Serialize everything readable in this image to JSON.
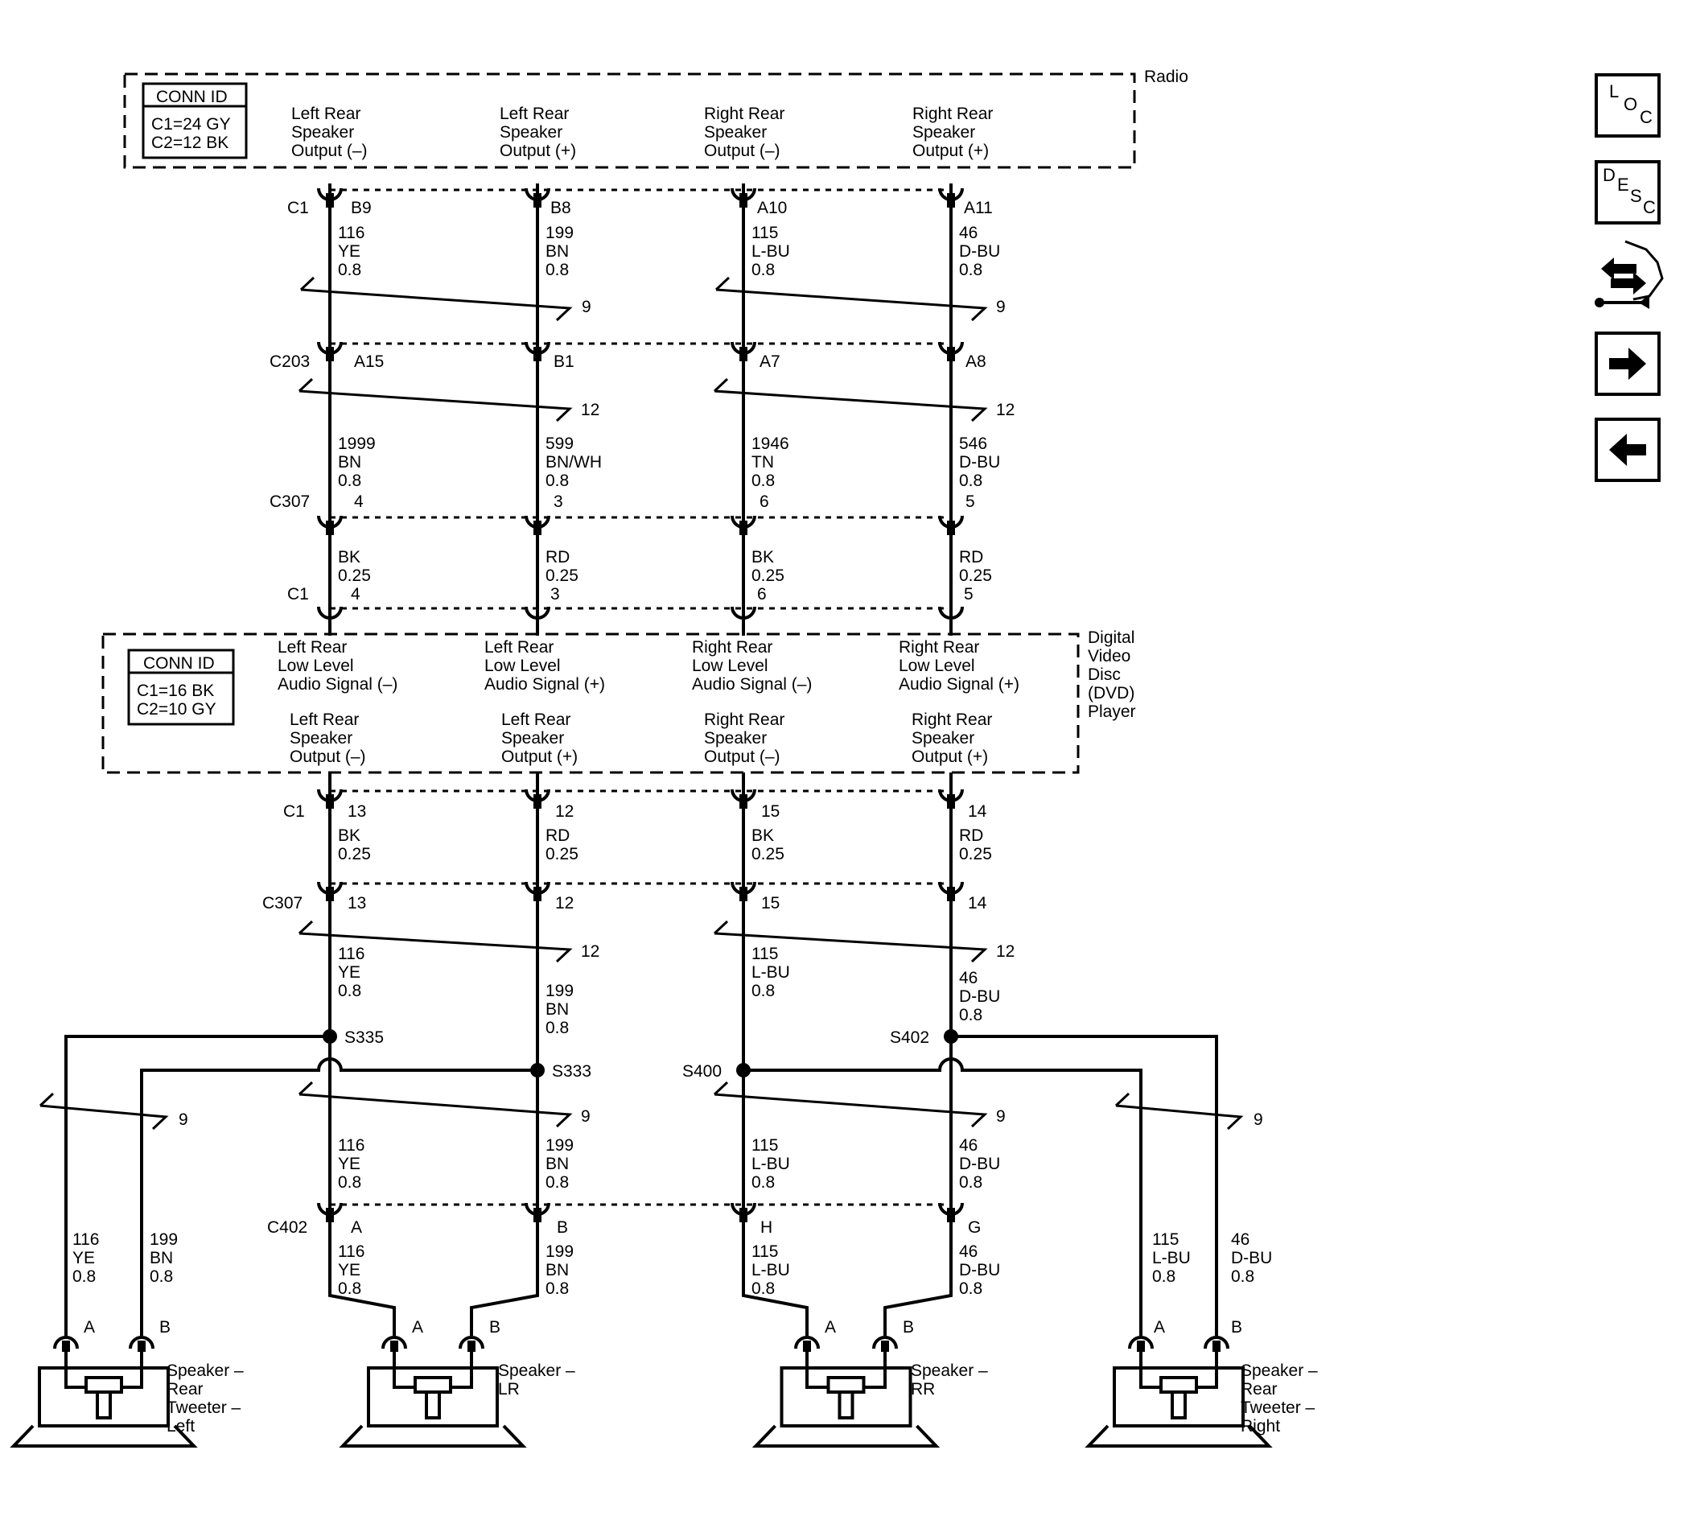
{
  "radio": {
    "title": "Radio",
    "conn_header": "CONN ID",
    "conn_lines": [
      "C1=24 GY",
      "C2=12 BK"
    ],
    "pins": [
      [
        "Left Rear",
        "Speaker",
        "Output (–)"
      ],
      [
        "Left Rear",
        "Speaker",
        "Output (+)"
      ],
      [
        "Right Rear",
        "Speaker",
        "Output (–)"
      ],
      [
        "Right Rear",
        "Speaker",
        "Output (+)"
      ]
    ]
  },
  "dvd": {
    "title": [
      "Digital",
      "Video",
      "Disc",
      "(DVD)",
      "Player"
    ],
    "conn_header": "CONN ID",
    "conn_lines": [
      "C1=16 BK",
      "C2=10 GY"
    ],
    "inputs": [
      [
        "Left Rear",
        "Low Level",
        "Audio Signal (–)"
      ],
      [
        "Left Rear",
        "Low Level",
        "Audio Signal (+)"
      ],
      [
        "Right Rear",
        "Low Level",
        "Audio Signal (–)"
      ],
      [
        "Right Rear",
        "Low Level",
        "Audio Signal (+)"
      ]
    ],
    "outputs": [
      [
        "Left Rear",
        "Speaker",
        "Output (–)"
      ],
      [
        "Left Rear",
        "Speaker",
        "Output (+)"
      ],
      [
        "Right Rear",
        "Speaker",
        "Output (–)"
      ],
      [
        "Right Rear",
        "Speaker",
        "Output (+)"
      ]
    ]
  },
  "connectors": {
    "radio_c1": {
      "name": "C1",
      "pins": [
        "B9",
        "B8",
        "A10",
        "A11"
      ]
    },
    "c203": {
      "name": "C203",
      "pins": [
        "A15",
        "B1",
        "A7",
        "A8"
      ]
    },
    "c307_upper": {
      "name": "C307",
      "pins": [
        "4",
        "3",
        "6",
        "5"
      ]
    },
    "dvd_c1_in": {
      "name": "C1",
      "pins": [
        "4",
        "3",
        "6",
        "5"
      ]
    },
    "dvd_c1_out": {
      "name": "C1",
      "pins": [
        "13",
        "12",
        "15",
        "14"
      ]
    },
    "c307_lower": {
      "name": "C307",
      "pins": [
        "13",
        "12",
        "15",
        "14"
      ]
    },
    "c402": {
      "name": "C402",
      "pins": [
        "A",
        "B",
        "H",
        "G"
      ]
    }
  },
  "wires": {
    "radio_to_c203": [
      [
        "116",
        "YE",
        "0.8"
      ],
      [
        "199",
        "BN",
        "0.8"
      ],
      [
        "115",
        "L-BU",
        "0.8"
      ],
      [
        "46",
        "D-BU",
        "0.8"
      ]
    ],
    "c203_to_c307": [
      [
        "1999",
        "BN",
        "0.8"
      ],
      [
        "599",
        "BN/WH",
        "0.8"
      ],
      [
        "1946",
        "TN",
        "0.8"
      ],
      [
        "546",
        "D-BU",
        "0.8"
      ]
    ],
    "c307_to_dvd": [
      [
        "BK",
        "0.25"
      ],
      [
        "RD",
        "0.25"
      ],
      [
        "BK",
        "0.25"
      ],
      [
        "RD",
        "0.25"
      ]
    ],
    "dvd_to_c307": [
      [
        "BK",
        "0.25"
      ],
      [
        "RD",
        "0.25"
      ],
      [
        "BK",
        "0.25"
      ],
      [
        "RD",
        "0.25"
      ]
    ],
    "c307_to_splice": [
      [
        "116",
        "YE",
        "0.8"
      ],
      [
        "199",
        "BN",
        "0.8"
      ],
      [
        "115",
        "L-BU",
        "0.8"
      ],
      [
        "46",
        "D-BU",
        "0.8"
      ]
    ],
    "splice_to_c402": [
      [
        "116",
        "YE",
        "0.8"
      ],
      [
        "199",
        "BN",
        "0.8"
      ],
      [
        "115",
        "L-BU",
        "0.8"
      ],
      [
        "46",
        "D-BU",
        "0.8"
      ]
    ],
    "c402_to_speakers": [
      [
        "116",
        "YE",
        "0.8"
      ],
      [
        "199",
        "BN",
        "0.8"
      ],
      [
        "115",
        "L-BU",
        "0.8"
      ],
      [
        "46",
        "D-BU",
        "0.8"
      ]
    ],
    "tweeter_left": [
      [
        "116",
        "YE",
        "0.8"
      ],
      [
        "199",
        "BN",
        "0.8"
      ]
    ],
    "tweeter_right": [
      [
        "115",
        "L-BU",
        "0.8"
      ],
      [
        "46",
        "D-BU",
        "0.8"
      ]
    ]
  },
  "twist_labels": {
    "radio": [
      "9",
      "9"
    ],
    "c203": [
      "12",
      "12"
    ],
    "c307_lower": [
      "12",
      "12"
    ],
    "splice": [
      "9",
      "9",
      "9",
      "9"
    ]
  },
  "splices": [
    "S335",
    "S333",
    "S400",
    "S402"
  ],
  "speaker_terminals": [
    "A",
    "B"
  ],
  "speakers": [
    [
      "Speaker –",
      "Rear",
      "Tweeter –",
      "Left"
    ],
    [
      "Speaker –",
      "LR"
    ],
    [
      "Speaker –",
      "RR"
    ],
    [
      "Speaker –",
      "Rear",
      "Tweeter –",
      "Right"
    ]
  ],
  "nav": {
    "loc": [
      "L",
      "O",
      "C"
    ],
    "desc": [
      "D",
      "E",
      "S",
      "C"
    ],
    "icons": [
      "schematic-link-icon",
      "next-arrow-icon",
      "previous-arrow-icon"
    ]
  }
}
